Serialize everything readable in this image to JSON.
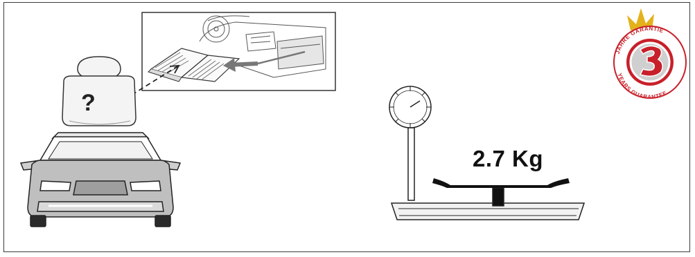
{
  "figure": {
    "weight_label": "?",
    "scale_reading": "2.7 Kg",
    "badge": {
      "number": "3",
      "top_text": "JAHRE GARANTIE",
      "bottom_text": "YEARS GUARANTEE",
      "color_red": "#c8202a",
      "color_gold": "#e3b21b"
    },
    "icons": [
      "weight-icon",
      "car-icon",
      "manual-icon",
      "scale-icon",
      "guarantee-badge-icon"
    ]
  }
}
